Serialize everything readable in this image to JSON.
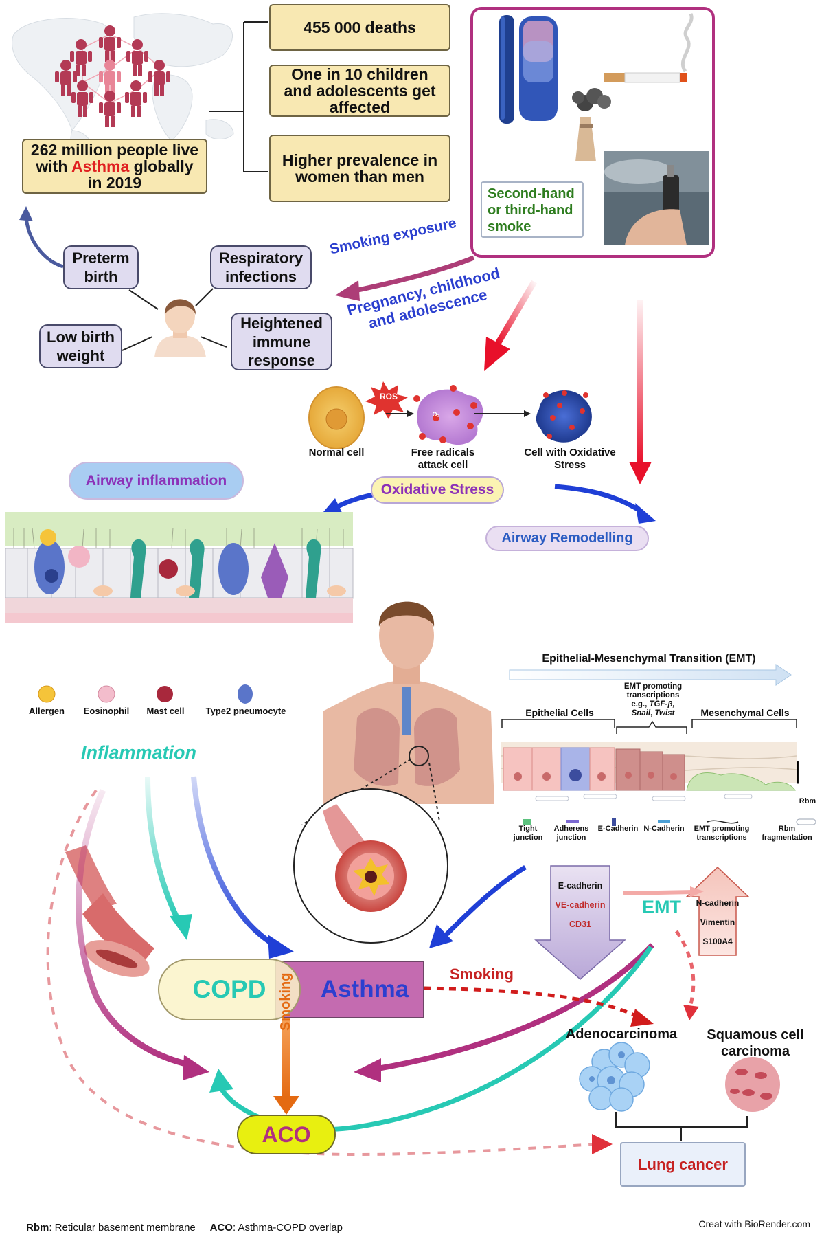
{
  "stats": {
    "global": {
      "pre": "262 million people live with ",
      "highlight": "Asthma",
      "post": " globally in 2019"
    },
    "deaths": "455 000 deaths",
    "children": "One in 10 children and adolescents get affected",
    "women": "Higher prevalence in women than men"
  },
  "smoke_label": "Second-hand or third-hand smoke",
  "risk_factors": {
    "preterm": "Preterm birth",
    "respiratory": "Respiratory infections",
    "low_birth": "Low birth weight",
    "immune": "Heightened immune response"
  },
  "smoking_exposure": "Smoking exposure",
  "pregnancy": "Pregnancy, childhood and adolescence",
  "cells": {
    "ros": "ROS",
    "o2": "O₂",
    "normal": "Normal cell",
    "free_radicals": "Free radicals attack cell",
    "oxidative_cell": "Cell with Oxidative Stress"
  },
  "oxidative_stress": "Oxidative Stress",
  "airway_inflammation": "Airway inflammation",
  "airway_remodelling": "Airway Remodelling",
  "legend_cells": {
    "allergen": "Allergen",
    "eosinophil": "Eosinophil",
    "mast": "Mast cell",
    "type2": "Type2 pneumocyte"
  },
  "inflammation": "Inflammation",
  "emt": {
    "title": "Epithelial-Mesenchymal Transition (EMT)",
    "promoting": "EMT promoting transcriptions",
    "eg": "e.g., ",
    "tgf": "TGF-β,",
    "snail": "Snail",
    "twist": "Twist",
    "epithelial": "Epithelial Cells",
    "mesenchymal": "Mesenchymal Cells",
    "rbm": "Rbm",
    "legend": [
      "Tight junction",
      "Adherens junction",
      "E-Cadherin",
      "N-Cadherin",
      "EMT promoting transcriptions",
      "Rbm fragmentation"
    ],
    "down": [
      "E-cadherin",
      "VE-cadherin",
      "CD31"
    ],
    "up": [
      "N-cadherin",
      "Vimentin",
      "S100A4"
    ],
    "label": "EMT"
  },
  "copd": "COPD",
  "asthma": "Asthma",
  "smoking": "Smoking",
  "smoking_vertical": "Smoking",
  "aco": "ACO",
  "adenocarcinoma": "Adenocarcinoma",
  "squamous": "Squamous cell carcinoma",
  "lung_cancer": "Lung cancer",
  "footnote": {
    "rbm_key": "Rbm",
    "rbm_text": ": Reticular basement membrane",
    "aco_key": "ACO",
    "aco_text": ": Asthma-COPD overlap"
  },
  "credit": "Creat with BioRender.com",
  "colors": {
    "tan": "#f8e8b2",
    "lavender": "#e0dcf0",
    "magenta_frame": "#b0307f",
    "asthma_red": "#e02020",
    "teal": "#27c9b4",
    "blue_arrow": "#1f3fd6",
    "red_arrow": "#e8102a",
    "smoke_green": "#2e7d1f"
  }
}
